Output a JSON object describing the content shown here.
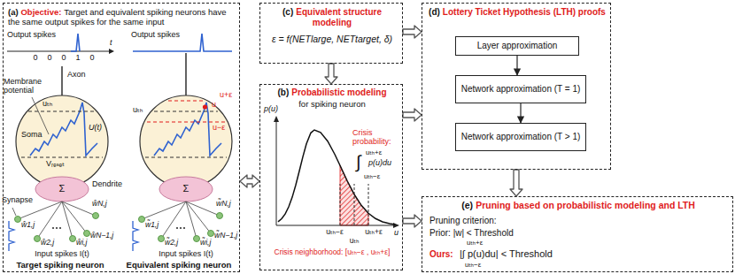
{
  "diagram": {
    "nodes": [
      {
        "text": [
          "(a)",
          "Objective:",
          "Target and equivalent spiking neurons have the same output spikes for the same input"
        ]
      },
      {
        "text": [
          "(c)",
          "Equivalent structure modeling",
          "ε = f(NETlarge, NETtarget, δ)"
        ]
      },
      {
        "text": [
          "(b)",
          "Probabilistic modeling",
          "for spiking neuron"
        ]
      },
      {
        "text": [
          "(d)",
          "Lottery Ticket Hypothesis (LTH) proofs"
        ]
      },
      {
        "text": [
          "Layer approximation"
        ],
        "in": 3
      },
      {
        "text": [
          "Network approximation (T = 1)"
        ],
        "in": 3
      },
      {
        "text": [
          "Network approximation (T > 1)"
        ],
        "in": 3
      },
      {
        "text": [
          "(e)",
          "Pruning based on probabilistic modeling and LTH",
          "Pruning criterion:",
          "Prior: |w| < Threshold",
          "Ours:",
          "|∫ p(u)du| < Threshold"
        ]
      }
    ],
    "edges": [
      {
        "from": 0,
        "to": 2,
        "arrow": "both"
      },
      {
        "from": 1,
        "to": 2,
        "arrow": "to"
      },
      {
        "from": 1,
        "to": 3,
        "arrow": "to"
      },
      {
        "from": 2,
        "to": 3,
        "arrow": "to"
      },
      {
        "from": 2,
        "to": 7,
        "arrow": "to"
      },
      {
        "from": 3,
        "to": 7,
        "arrow": "to"
      },
      {
        "from": 4,
        "to": 5,
        "arrow": "to"
      },
      {
        "from": 5,
        "to": 6,
        "arrow": "to"
      }
    ],
    "labels": [
      "Output spikes",
      "0",
      "0",
      "0",
      "1",
      "0",
      "t",
      "Axon",
      "Membrane potential",
      "uₜₕ",
      "Soma",
      "U(t)",
      "Vᵣₑₛₑₜ",
      "Σ",
      "Dendrite",
      "Synapse",
      "ŵ1,j",
      "ŵ2,j",
      "ŵi,j",
      "ŵN,j",
      "ŵN−1,j",
      "Input spikes I(t)",
      "Target spiking neuron",
      "Output spikes",
      "uₜₕ",
      "u+ε",
      "u",
      "u−ε",
      "Σ",
      "w̃1,j",
      "w̃2,j",
      "w̃i,j",
      "w̃N,j",
      "w̃N−1,j",
      "Input spikes I(t)",
      "Equivalent spiking neuron",
      "p(u)",
      "u",
      "Crisis probability:",
      "uₜₕ+ε",
      "∫",
      "p(u)du",
      "uₜₕ−ε",
      "uₜₕ−ε",
      "uₜₕ+ε",
      "uₜₕ",
      "Crisis neighborhood: [uₜₕ−ε , uₜₕ+ε]",
      "uₜₕ+ε",
      "uₜₕ−ε"
    ]
  }
}
